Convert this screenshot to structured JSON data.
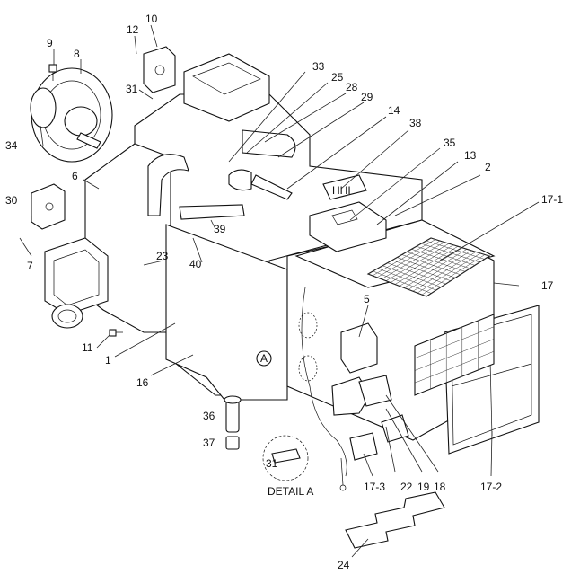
{
  "diagram": {
    "brand_plate": "HHI",
    "callout_A": "A",
    "detail_caption": "DETAIL A",
    "labels": {
      "l9": "9",
      "l8": "8",
      "l10": "10",
      "l12": "12",
      "l31a": "31",
      "l33": "33",
      "l25": "25",
      "l28": "28",
      "l29": "29",
      "l14": "14",
      "l38": "38",
      "l35": "35",
      "l13": "13",
      "l2": "2",
      "l17_1": "17-1",
      "l34": "34",
      "l6": "6",
      "l30": "30",
      "l7": "7",
      "l39": "39",
      "l23": "23",
      "l40": "40",
      "l17": "17",
      "l5": "5",
      "l11": "11",
      "l1": "1",
      "l16": "16",
      "l36": "36",
      "l37": "37",
      "l31b": "31",
      "l17_3": "17-3",
      "l22": "22",
      "l19": "19",
      "l18": "18",
      "l17_2": "17-2",
      "l24": "24"
    }
  }
}
